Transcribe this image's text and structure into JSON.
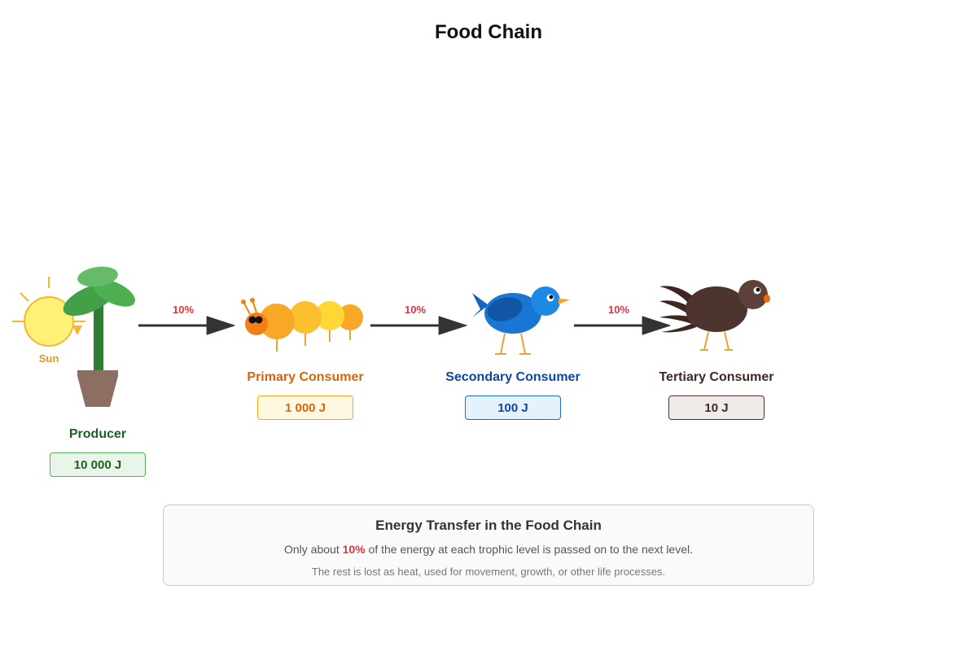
{
  "title": "Food Chain",
  "colors": {
    "arrow": "#333333",
    "percent": "#d9363e",
    "producer": "#1e5e20",
    "primary": "#d4660a",
    "secondary": "#0d47a1",
    "tertiary": "#3e2723",
    "sun": "#d89a30"
  },
  "sun": {
    "label": "Sun",
    "icon": "sun-icon"
  },
  "levels": [
    {
      "key": "producer",
      "name": "Producer",
      "energy": "10 000 J",
      "icon": "plant-icon"
    },
    {
      "key": "primary",
      "name": "Primary Consumer",
      "energy": "1 000 J",
      "icon": "caterpillar-icon"
    },
    {
      "key": "secondary",
      "name": "Secondary Consumer",
      "energy": "100 J",
      "icon": "bird-icon"
    },
    {
      "key": "tertiary",
      "name": "Tertiary Consumer",
      "energy": "10 J",
      "icon": "hawk-icon"
    }
  ],
  "transfers": [
    "10%",
    "10%",
    "10%"
  ],
  "info": {
    "title": "Energy Transfer in the Food Chain",
    "line_before": "Only about ",
    "highlight": "10%",
    "line_after": " of the energy at each trophic level is passed on to the next level.",
    "note": "The rest is lost as heat, used for movement, growth, or other life processes."
  }
}
